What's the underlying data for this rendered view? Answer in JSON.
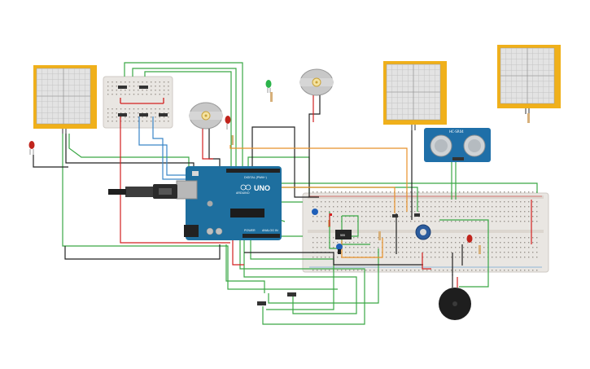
{
  "canvas": {
    "background": "#ffffff"
  },
  "arduino": {
    "model_label": "UNO",
    "brand_label": "ARDUINO",
    "digital_label": "DIGITAL (PWM~)",
    "power_label": "POWER",
    "analog_label": "ANALOG IN",
    "board_color": "#1e6f9f"
  },
  "ultrasonic": {
    "label": "HC-SR04",
    "color": "#1f6fa8"
  },
  "colors": {
    "wire_green": "#3aa845",
    "wire_black": "#222222",
    "wire_red": "#d32020",
    "wire_orange": "#e8912a",
    "wire_blue": "#3a86c8",
    "wire_yellow": "#e0c41c",
    "sensor_frame": "#f0b01a",
    "breadboard": "#e9e6e2"
  },
  "icons": {
    "pressure_pad": "square-sensor-icon",
    "dc_motor": "motor-icon",
    "led": "led-icon",
    "piezo": "buzzer-icon",
    "potentiometer": "knob-icon",
    "usb": "usb-cable-icon"
  }
}
